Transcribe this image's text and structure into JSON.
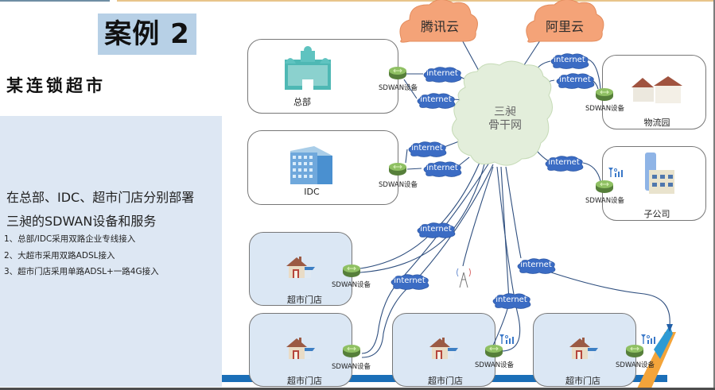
{
  "header": {
    "case_title": "案例 2",
    "subtitle": "某连锁超市"
  },
  "description": {
    "line1": "在总部、IDC、超市门店分别部署",
    "line2": "三昶的SDWAN设备和服务",
    "items": [
      "1、总部/IDC采用双路企业专线接入",
      "2、大超市采用双路ADSL接入",
      "3、超市门店采用单路ADSL+一路4G接入"
    ]
  },
  "diagram": {
    "clouds": {
      "tencent": "腾讯云",
      "aliyun": "阿里云",
      "backbone_line1": "三昶",
      "backbone_line2": "骨干网"
    },
    "internet_label": "internet",
    "device_label": "SDWAN设备",
    "sites": {
      "hq": "总部",
      "idc": "IDC",
      "logistics": "物流园",
      "subsidiary": "子公司",
      "store": "超市门店"
    },
    "colors": {
      "internet_cloud": "#3b6cc4",
      "public_cloud": "#f4a378",
      "backbone_cloud": "#e3eedb",
      "link": "#2f4f7f",
      "device": "#6f9a4e"
    }
  }
}
